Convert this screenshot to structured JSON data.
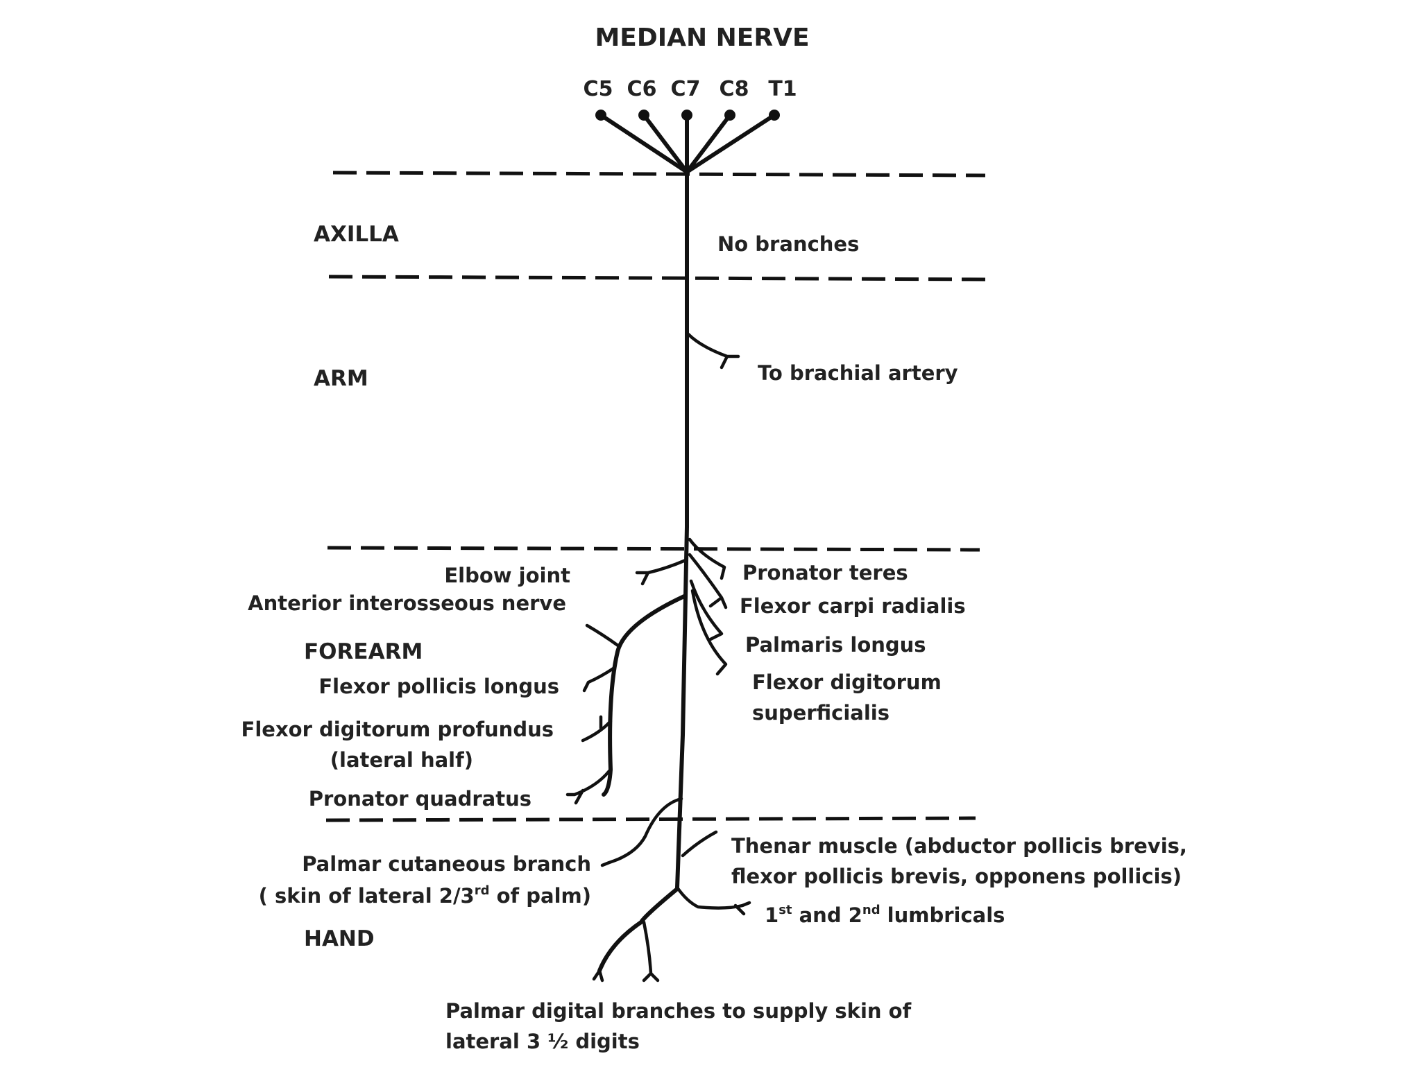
{
  "title": "MEDIAN NERVE",
  "colors": {
    "region": "#c0262d",
    "title": "#c0262d",
    "anterior_interosseous": "#2e86c1",
    "text": "#222222",
    "line": "#111111"
  },
  "roots": [
    "C5",
    "C6",
    "C7",
    "C8",
    "T1"
  ],
  "regions": {
    "axilla": "AXILLA",
    "arm": "ARM",
    "forearm": "FOREARM",
    "hand": "HAND"
  },
  "labels": {
    "no_branches": "No branches",
    "brachial_artery": "To brachial artery",
    "elbow_joint": "Elbow joint",
    "anterior_interosseous": "Anterior interosseous nerve",
    "pronator_teres": "Pronator teres",
    "flexor_carpi_radialis": "Flexor carpi radialis",
    "palmaris_longus": "Palmaris longus",
    "fds_line1": "Flexor digitorum",
    "fds_line2": "superficialis",
    "fpl": "Flexor pollicis longus",
    "fdp_line1": "Flexor digitorum profundus",
    "fdp_line2": "(lateral half)",
    "pronator_quadratus": "Pronator quadratus",
    "thenar_line1": "Thenar muscle (abductor pollicis brevis,",
    "thenar_line2": "flexor pollicis brevis, opponens pollicis)",
    "palmar_cut_line1": "Palmar cutaneous branch",
    "palmar_cut_line2_pre": "( skin of lateral 2/3",
    "palmar_cut_line2_sup": "rd",
    "palmar_cut_line2_post": " of palm)",
    "lumbricals_1": "1",
    "lumbricals_1_sup": "st",
    "lumbricals_mid": " and 2",
    "lumbricals_2_sup": "nd",
    "lumbricals_post": " lumbricals",
    "digital_line1": "Palmar digital branches to supply skin of",
    "digital_line2": "lateral 3 ½   digits"
  }
}
